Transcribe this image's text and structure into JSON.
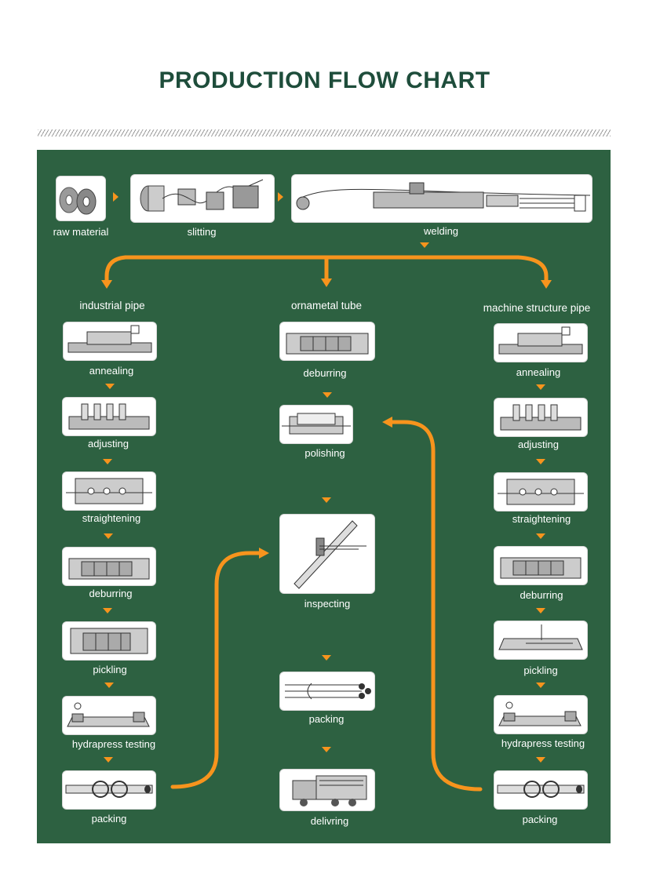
{
  "title": "PRODUCTION FLOW CHART",
  "top_steps": [
    "raw material",
    "slitting",
    "welding"
  ],
  "branches": [
    {
      "heading": "industrial pipe",
      "steps": [
        "annealing",
        "adjusting",
        "straightening",
        "deburring",
        "pickling",
        "hydrapress testing",
        "packing"
      ]
    },
    {
      "heading": "ornametal tube",
      "steps": [
        "deburring",
        "polishing",
        "inspecting",
        "packing",
        "delivring"
      ]
    },
    {
      "heading": "machine structure pipe",
      "steps": [
        "annealing",
        "adjusting",
        "straightening",
        "deburring",
        "pickling",
        "hydrapress testing",
        "packing"
      ]
    }
  ],
  "colors": {
    "title": "#1e4d3b",
    "panel": "#2d6141",
    "arrow": "#f7941d",
    "label": "#ffffff"
  }
}
